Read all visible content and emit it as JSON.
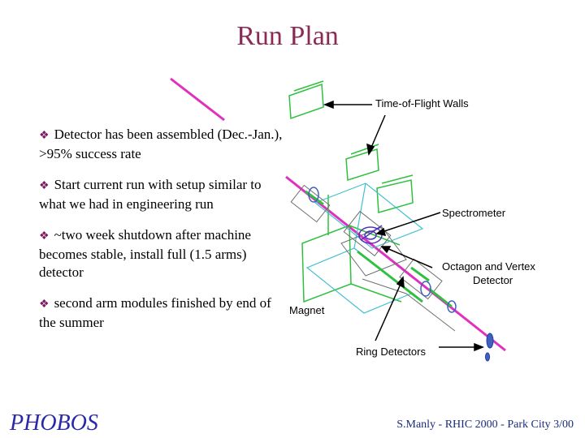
{
  "slide": {
    "title": "Run Plan",
    "bullets": [
      "Detector has been assembled (Dec.-Jan.), >95% success rate",
      "Start current run with setup similar to what we had in engineering run",
      "~two week shutdown after machine becomes stable, install full (1.5 arms) detector",
      "second arm modules finished by end of the summer"
    ],
    "bullet_marker": "v",
    "footer": "S.Manly - RHIC 2000 - Park City 3/00"
  },
  "diagram": {
    "labels": {
      "tof": "Time-of-Flight Walls",
      "spectrometer": "Spectrometer",
      "octagon_line1": "Octagon and Vertex",
      "octagon_line2": "Detector",
      "magnet": "Magnet",
      "ring": "Ring Detectors"
    }
  },
  "logo": {
    "text": "PHOBOS"
  },
  "colors": {
    "title": "#8b2b55",
    "beamline": "#e030c0",
    "detector_green": "#30c040",
    "detector_cyan": "#40c0d0",
    "footer": "#1a2c7a"
  }
}
